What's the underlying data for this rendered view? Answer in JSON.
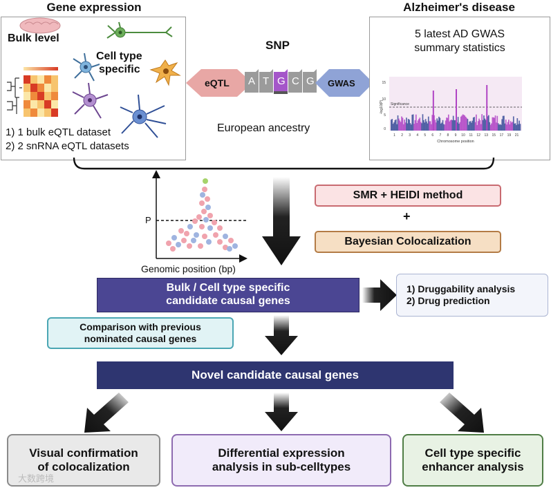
{
  "gene_expression": {
    "title": "Gene expression",
    "bulk_label": "Bulk level",
    "cell_label_1": "Cell type",
    "cell_label_2": "specific",
    "dataset_1": "1) 1 bulk eQTL dataset",
    "dataset_2": "2) 2 snRNA eQTL datasets"
  },
  "snp": {
    "title": "SNP",
    "eqtl": "eQTL",
    "gwas": "GWAS",
    "bases": [
      "A",
      "T",
      "G",
      "C",
      "G"
    ],
    "ancestry": "European ancestry"
  },
  "alzheimers": {
    "title": "Alzheimer's disease",
    "subtitle_1": "5 latest AD GWAS",
    "subtitle_2": "summary statistics",
    "ylabel": "-log10(P)",
    "xlabel": "Chromosome position",
    "significance": "Significance",
    "yticks": [
      "15",
      "10",
      "5",
      "0"
    ],
    "chromosomes": [
      "1",
      "2",
      "3",
      "4",
      "5",
      "6",
      "7",
      "8",
      "9",
      "10",
      "11",
      "12",
      "13",
      "15",
      "17",
      "19",
      "21"
    ]
  },
  "methods": {
    "smr": "SMR + HEIDI method",
    "plus": "+",
    "bayes": "Bayesian Colocalization"
  },
  "locus_plot": {
    "p_label": "P",
    "xlabel": "Genomic position (bp)"
  },
  "candidates": {
    "line1": "Bulk / Cell type specific",
    "line2": "candidate causal genes"
  },
  "drug": {
    "line1": "1) Druggability analysis",
    "line2": "2) Drug prediction"
  },
  "comparison": {
    "line1": "Comparison with previous",
    "line2": "nominated causal genes"
  },
  "novel": "Novel candidate causal genes",
  "outputs": {
    "visual_1": "Visual confirmation",
    "visual_2": "of colocalization",
    "diff_1": "Differential expression",
    "diff_2": "analysis in sub-celltypes",
    "enh_1": "Cell type specific",
    "enh_2": "enhancer analysis"
  },
  "watermark": "大数跨境",
  "colors": {
    "eqtl": "#e8a7a5",
    "gwas": "#8fa3d6",
    "smr_fill": "#fbe3e4",
    "smr_border": "#c86a70",
    "bayes_fill": "#f6dfc4",
    "bayes_border": "#b37b45",
    "candidate_fill": "#4b4693",
    "novel_fill": "#2e3570",
    "comparison_fill": "#e1f3f5",
    "comparison_border": "#4aa6b3",
    "drug_fill": "#f3f5fb",
    "drug_border": "#aab4d2",
    "visual_fill": "#e9e9e9",
    "diff_fill": "#f1ebfa",
    "diff_border": "#8d6ab0",
    "enh_fill": "#e8f2e4",
    "enh_border": "#4f7d45"
  }
}
